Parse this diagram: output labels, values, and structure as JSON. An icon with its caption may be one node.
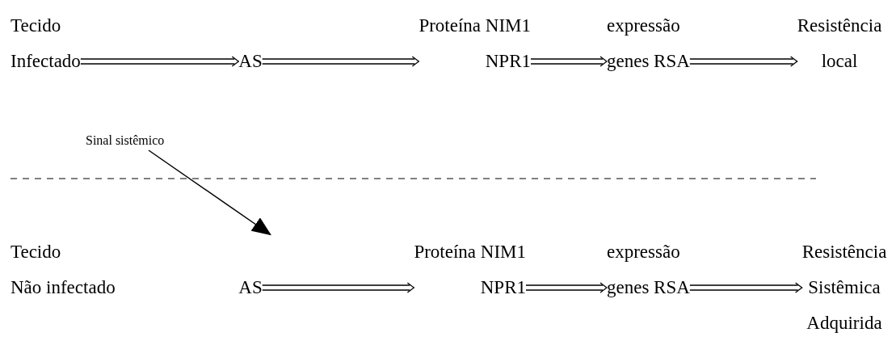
{
  "diagram": {
    "nodes": [
      {
        "text": [
          "Tecido",
          "Infectado"
        ]
      },
      {
        "text": [
          "AS"
        ]
      },
      {
        "text": [
          "Proteína NIM1",
          "NPR1"
        ]
      },
      {
        "text": [
          "expressão",
          "genes RSA"
        ]
      },
      {
        "text": [
          "Resistência",
          "local"
        ]
      },
      {
        "text": [
          "Sinal sistêmico"
        ]
      },
      {
        "text": [
          "Tecido",
          "Não infectado"
        ]
      },
      {
        "text": [
          "AS"
        ]
      },
      {
        "text": [
          "Proteína NIM1",
          "NPR1"
        ]
      },
      {
        "text": [
          "expressão",
          "genes RSA"
        ]
      },
      {
        "text": [
          "Resistência",
          "Sistêmica",
          "Adquirida"
        ]
      }
    ],
    "edges": [
      {
        "from": 0,
        "to": 1,
        "arrow": "to"
      },
      {
        "from": 1,
        "to": 2,
        "arrow": "to"
      },
      {
        "from": 2,
        "to": 3,
        "arrow": "to"
      },
      {
        "from": 3,
        "to": 4,
        "arrow": "to"
      },
      {
        "from": 5,
        "to": 7,
        "arrow": "to"
      },
      {
        "from": 7,
        "to": 8,
        "arrow": "to"
      },
      {
        "from": 8,
        "to": 9,
        "arrow": "to"
      },
      {
        "from": 9,
        "to": 10,
        "arrow": "to"
      }
    ]
  }
}
